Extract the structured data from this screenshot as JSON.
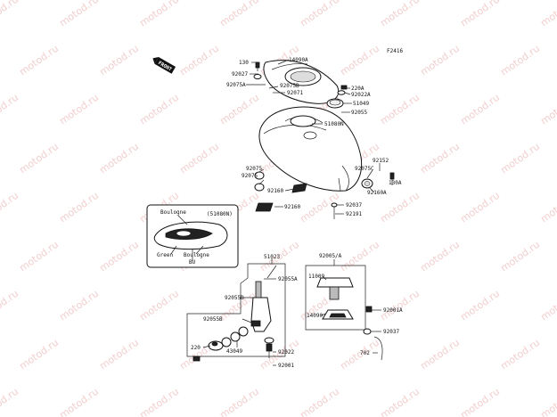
{
  "diagram": {
    "drawing_no": "F2416",
    "front_badge": "FRONT",
    "watermark": "motod.ru",
    "callouts": {
      "c14090A": "14090A",
      "c130a": "130",
      "c92027": "92027",
      "c92075A": "92075A",
      "c92075B": "92075B",
      "c92071": "92071",
      "c220A": "220A",
      "c92022A": "92022A",
      "c51049": "51049",
      "c92055": "92055",
      "c51080N": "51080N",
      "c92075a": "92075",
      "c92075b": "92075",
      "c92160a": "92160",
      "c92160b": "92160",
      "c92075C": "92075C",
      "c92152": "92152",
      "c92160A": "92160A",
      "c130A": "130A",
      "c92037a": "92037",
      "c92191": "92191",
      "c51023": "51023",
      "c92055A": "92055A",
      "c92055B1": "92055B",
      "c92055B2": "92055B",
      "c220": "220",
      "c43049": "43049",
      "c92022": "92022",
      "c92001": "92001",
      "c92005A": "92005/A",
      "c11009": "11009",
      "c14090": "14090",
      "c92001A": "92001A",
      "c92037b": "92037",
      "c702": "702"
    },
    "inset": {
      "code": "(51080N)",
      "color1": "Boulogne",
      "color2": "Green",
      "color3": "Boulogne",
      "code2": "BU"
    }
  }
}
